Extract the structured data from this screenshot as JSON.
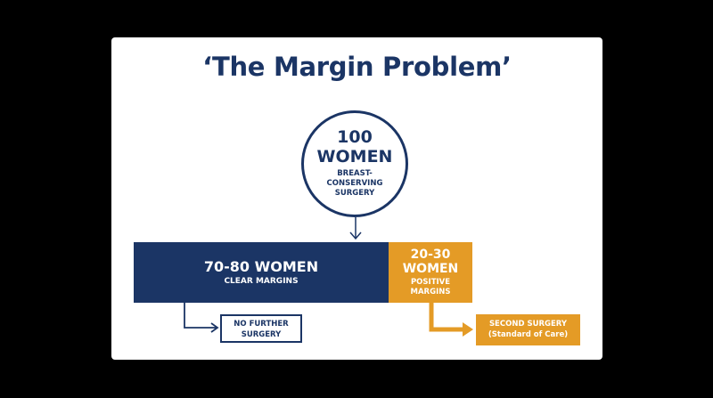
{
  "title": "‘The Margin Problem’",
  "start": {
    "count": "100 WOMEN",
    "label": "BREAST-CONSERVING SURGERY"
  },
  "clear": {
    "count": "70-80 WOMEN",
    "label": "CLEAR MARGINS"
  },
  "positive": {
    "count": "20-30 WOMEN",
    "label": "POSITIVE MARGINS"
  },
  "no_further": {
    "label": "NO FURTHER SURGERY"
  },
  "second": {
    "line1": "SECOND SURGERY",
    "line2": "(Standard of Care)"
  },
  "colors": {
    "navy": "#1b3565",
    "orange": "#e49b26",
    "background": "#000000",
    "slide": "#ffffff"
  }
}
